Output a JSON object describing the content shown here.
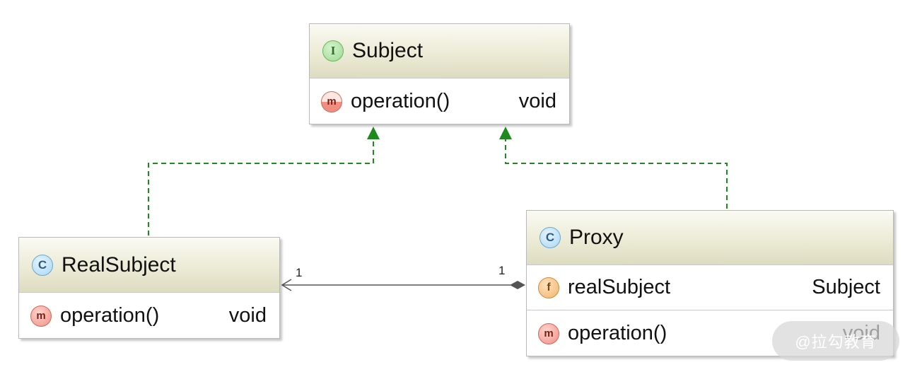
{
  "subject": {
    "kind_icon": "interface-icon",
    "kind_letter": "I",
    "name": "Subject",
    "methods": [
      {
        "icon": "abstract-method-icon",
        "letter": "m",
        "name": "operation()",
        "type": "void"
      }
    ]
  },
  "real_subject": {
    "kind_icon": "class-icon",
    "kind_letter": "C",
    "name": "RealSubject",
    "methods": [
      {
        "icon": "method-icon",
        "letter": "m",
        "name": "operation()",
        "type": "void"
      }
    ]
  },
  "proxy": {
    "kind_icon": "class-icon",
    "kind_letter": "C",
    "name": "Proxy",
    "fields": [
      {
        "icon": "field-icon",
        "letter": "f",
        "name": "realSubject",
        "type": "Subject"
      }
    ],
    "methods": [
      {
        "icon": "method-icon",
        "letter": "m",
        "name": "operation()",
        "type": "void"
      }
    ]
  },
  "association": {
    "source_multiplicity": "1",
    "target_multiplicity": "1"
  },
  "colors": {
    "realization": "#1e8a1e",
    "association": "#555555",
    "header": "#e4e3cb"
  },
  "watermark": "@拉勾教育"
}
